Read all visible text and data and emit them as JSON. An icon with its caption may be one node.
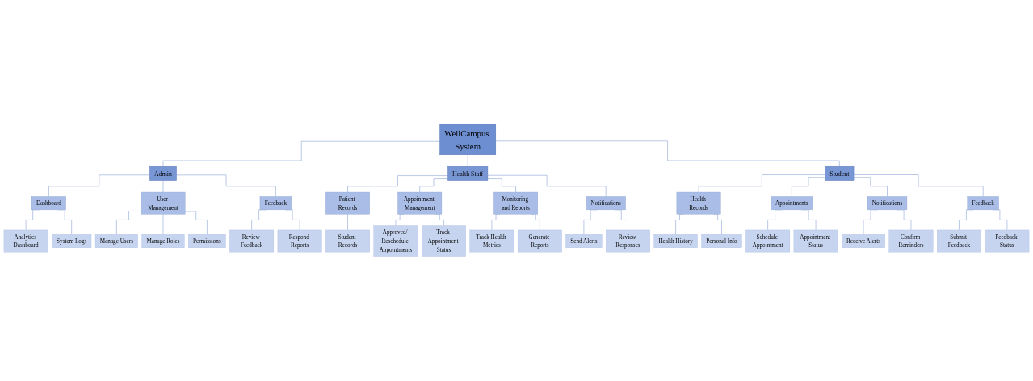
{
  "diagram": {
    "nodes": [
      {
        "text": [
          "WellCampus System"
        ]
      },
      {
        "text": [
          "Admin"
        ]
      },
      {
        "text": [
          "Dashboard"
        ]
      },
      {
        "text": [
          "Analytics Dashboard"
        ]
      },
      {
        "text": [
          "System Logs"
        ]
      },
      {
        "text": [
          "User Management"
        ]
      },
      {
        "text": [
          "Manage Users"
        ]
      },
      {
        "text": [
          "Manage Roles"
        ]
      },
      {
        "text": [
          "Permissions"
        ]
      },
      {
        "text": [
          "Feedback"
        ]
      },
      {
        "text": [
          "Review Feedback"
        ]
      },
      {
        "text": [
          "Respond Reports"
        ]
      },
      {
        "text": [
          "Health Staff"
        ]
      },
      {
        "text": [
          "Patient Records"
        ]
      },
      {
        "text": [
          "Student Records"
        ]
      },
      {
        "text": [
          "Appointment Management"
        ]
      },
      {
        "text": [
          "Approved/ Reschedule Appointments"
        ]
      },
      {
        "text": [
          "Track Appointment Status"
        ]
      },
      {
        "text": [
          "Monitoring and Reports"
        ]
      },
      {
        "text": [
          "Track Health Metrics"
        ]
      },
      {
        "text": [
          "Generate Reports"
        ]
      },
      {
        "text": [
          "Notifications"
        ]
      },
      {
        "text": [
          "Send Alerts"
        ]
      },
      {
        "text": [
          "Review Responses"
        ]
      },
      {
        "text": [
          "Student"
        ]
      },
      {
        "text": [
          "Health Records"
        ]
      },
      {
        "text": [
          "Health History"
        ]
      },
      {
        "text": [
          "Personal Info"
        ]
      },
      {
        "text": [
          "Appointments"
        ]
      },
      {
        "text": [
          "Schedule Appointment"
        ]
      },
      {
        "text": [
          "Appointment Status"
        ]
      },
      {
        "text": [
          "Notifications"
        ]
      },
      {
        "text": [
          "Receive Alerts"
        ]
      },
      {
        "text": [
          "Confirm Reminders"
        ]
      },
      {
        "text": [
          "Feedback"
        ]
      },
      {
        "text": [
          "Submit Feedback"
        ]
      },
      {
        "text": [
          "Feedback Status"
        ]
      }
    ],
    "edges": [
      {
        "from": 0,
        "to": 1,
        "arrow": "none"
      },
      {
        "from": 0,
        "to": 12,
        "arrow": "none"
      },
      {
        "from": 0,
        "to": 24,
        "arrow": "none"
      },
      {
        "from": 1,
        "to": 2,
        "arrow": "none"
      },
      {
        "from": 1,
        "to": 5,
        "arrow": "none"
      },
      {
        "from": 1,
        "to": 9,
        "arrow": "none"
      },
      {
        "from": 2,
        "to": 3,
        "arrow": "none"
      },
      {
        "from": 2,
        "to": 4,
        "arrow": "none"
      },
      {
        "from": 5,
        "to": 6,
        "arrow": "none"
      },
      {
        "from": 5,
        "to": 7,
        "arrow": "none"
      },
      {
        "from": 5,
        "to": 8,
        "arrow": "none"
      },
      {
        "from": 9,
        "to": 10,
        "arrow": "none"
      },
      {
        "from": 9,
        "to": 11,
        "arrow": "none"
      },
      {
        "from": 12,
        "to": 13,
        "arrow": "none"
      },
      {
        "from": 12,
        "to": 15,
        "arrow": "none"
      },
      {
        "from": 12,
        "to": 18,
        "arrow": "none"
      },
      {
        "from": 12,
        "to": 21,
        "arrow": "none"
      },
      {
        "from": 13,
        "to": 14,
        "arrow": "none"
      },
      {
        "from": 15,
        "to": 16,
        "arrow": "none"
      },
      {
        "from": 15,
        "to": 17,
        "arrow": "none"
      },
      {
        "from": 18,
        "to": 19,
        "arrow": "none"
      },
      {
        "from": 18,
        "to": 20,
        "arrow": "none"
      },
      {
        "from": 21,
        "to": 22,
        "arrow": "none"
      },
      {
        "from": 21,
        "to": 23,
        "arrow": "none"
      },
      {
        "from": 24,
        "to": 25,
        "arrow": "none"
      },
      {
        "from": 24,
        "to": 28,
        "arrow": "none"
      },
      {
        "from": 24,
        "to": 31,
        "arrow": "none"
      },
      {
        "from": 24,
        "to": 34,
        "arrow": "none"
      },
      {
        "from": 25,
        "to": 26,
        "arrow": "none"
      },
      {
        "from": 25,
        "to": 27,
        "arrow": "none"
      },
      {
        "from": 28,
        "to": 29,
        "arrow": "none"
      },
      {
        "from": 28,
        "to": 30,
        "arrow": "none"
      },
      {
        "from": 31,
        "to": 32,
        "arrow": "none"
      },
      {
        "from": 31,
        "to": 33,
        "arrow": "none"
      },
      {
        "from": 34,
        "to": 35,
        "arrow": "none"
      },
      {
        "from": 34,
        "to": 36,
        "arrow": "none"
      }
    ]
  }
}
